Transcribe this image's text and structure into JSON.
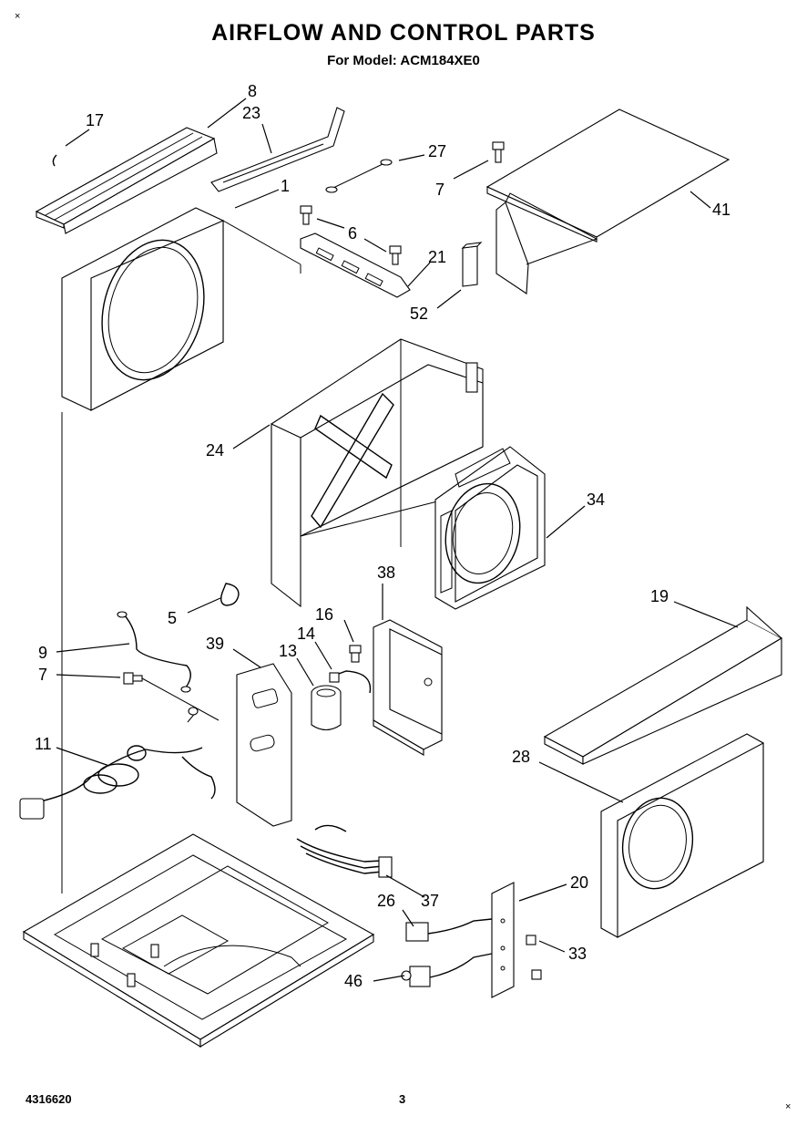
{
  "header": {
    "title": "AIRFLOW AND CONTROL PARTS",
    "subtitle": "For Model: ACM184XE0"
  },
  "footer": {
    "doc_number": "4316620",
    "page_number": "3"
  },
  "corner_marks": [
    "×",
    "×"
  ],
  "callouts": [
    {
      "id": "c8",
      "label": "8"
    },
    {
      "id": "c23",
      "label": "23"
    },
    {
      "id": "c17",
      "label": "17"
    },
    {
      "id": "c1",
      "label": "1"
    },
    {
      "id": "c27",
      "label": "27"
    },
    {
      "id": "c7a",
      "label": "7"
    },
    {
      "id": "c41",
      "label": "41"
    },
    {
      "id": "c6",
      "label": "6"
    },
    {
      "id": "c21",
      "label": "21"
    },
    {
      "id": "c52",
      "label": "52"
    },
    {
      "id": "c24",
      "label": "24"
    },
    {
      "id": "c34",
      "label": "34"
    },
    {
      "id": "c38",
      "label": "38"
    },
    {
      "id": "c5",
      "label": "5"
    },
    {
      "id": "c16",
      "label": "16"
    },
    {
      "id": "c14",
      "label": "14"
    },
    {
      "id": "c13",
      "label": "13"
    },
    {
      "id": "c39",
      "label": "39"
    },
    {
      "id": "c19",
      "label": "19"
    },
    {
      "id": "c9",
      "label": "9"
    },
    {
      "id": "c7b",
      "label": "7"
    },
    {
      "id": "c11",
      "label": "11"
    },
    {
      "id": "c28",
      "label": "28"
    },
    {
      "id": "c20",
      "label": "20"
    },
    {
      "id": "c26",
      "label": "26"
    },
    {
      "id": "c37",
      "label": "37"
    },
    {
      "id": "c33",
      "label": "33"
    },
    {
      "id": "c46",
      "label": "46"
    }
  ]
}
